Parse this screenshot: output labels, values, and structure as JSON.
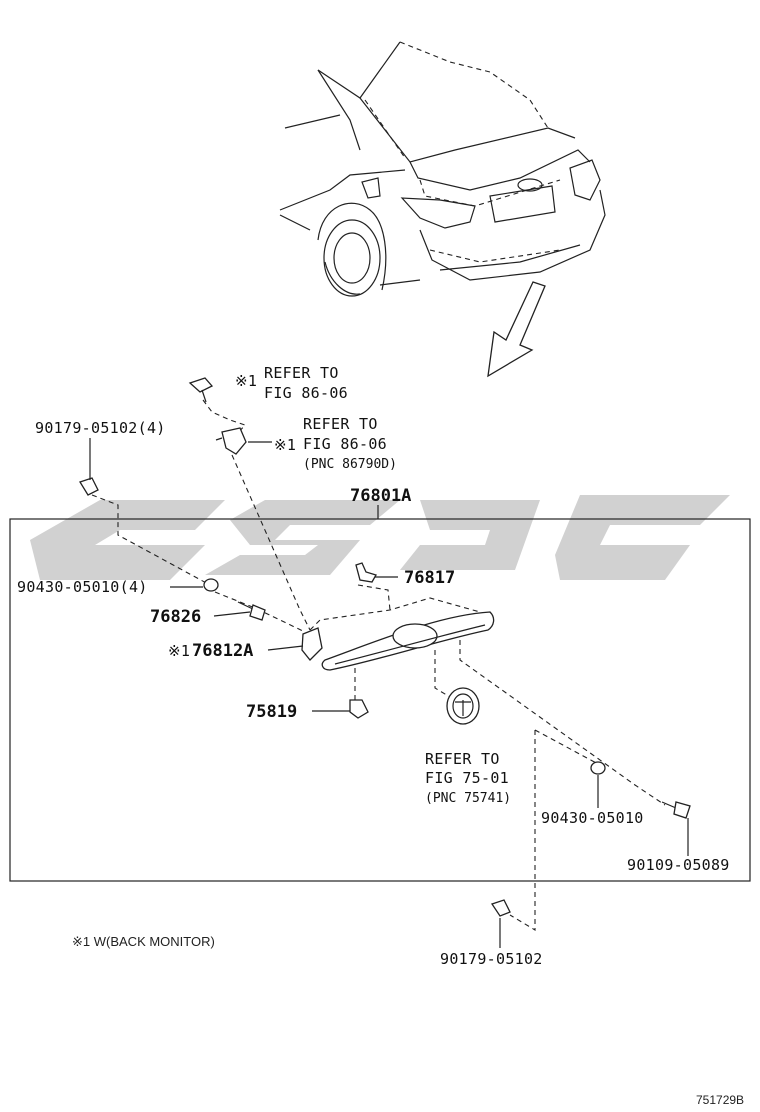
{
  "watermark_text": "",
  "labels": {
    "refer1_line1": "REFER TO",
    "refer1_line2": "FIG 86-06",
    "refer1_mark": "※1",
    "refer2_line1": "REFER TO",
    "refer2_line2": "FIG 86-06",
    "refer2_line3": "(PNC 86790D)",
    "refer2_mark": "※1",
    "p_90179_4": "90179-05102(4)",
    "p_76801A": "76801A",
    "p_76817": "76817",
    "p_90430_4": "90430-05010(4)",
    "p_76826": "76826",
    "p_76812A": "76812A",
    "p_76812A_mark": "※1",
    "p_75819": "75819",
    "refer3_line1": "REFER TO",
    "refer3_line2": "FIG 75-01",
    "refer3_line3": "(PNC 75741)",
    "p_90430": "90430-05010",
    "p_90109": "90109-05089",
    "p_90179": "90179-05102",
    "footnote": "※1 W(BACK MONITOR)",
    "figure_code": "751729B"
  },
  "colors": {
    "ink": "#222222",
    "watermark": "#9a9a9a",
    "background": "#ffffff"
  }
}
